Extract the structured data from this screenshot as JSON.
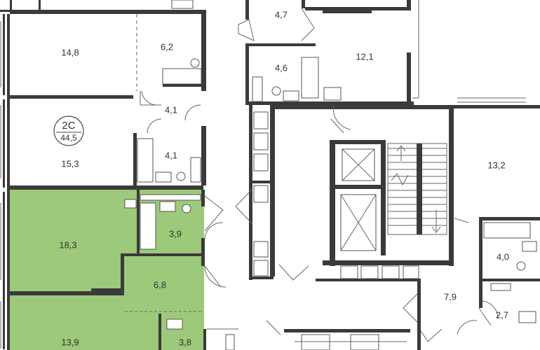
{
  "colors": {
    "highlight_fill": "#9dc97a",
    "wall": "#3a3a3a",
    "line": "#666666",
    "text": "#333333"
  },
  "unit_badge": {
    "code": "2С",
    "area": "44,5"
  },
  "room_areas": {
    "r_14_8": "14,8",
    "r_6_2": "6,2",
    "r_4_7": "4,7",
    "r_4_6": "4,6",
    "r_12_1": "12,1",
    "r_4_1a": "4,1",
    "r_4_1b": "4,1",
    "r_15_3": "15,3",
    "r_13_2": "13,2",
    "r_18_3": "18,3",
    "r_3_9": "3,9",
    "r_6_8": "6,8",
    "r_4_0": "4,0",
    "r_7_9": "7,9",
    "r_2_7": "2,7",
    "r_13_9": "13,9",
    "r_3_8": "3,8"
  }
}
